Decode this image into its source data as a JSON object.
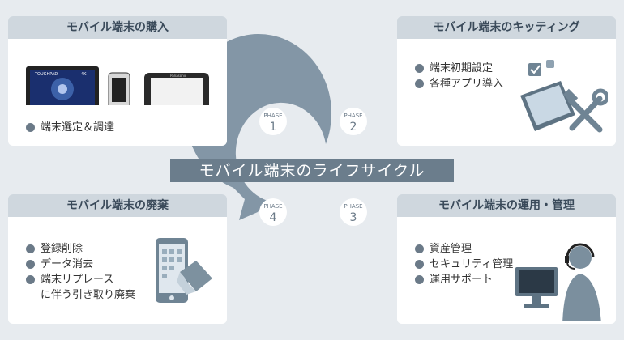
{
  "title": "モバイル端末のライフサイクル",
  "colors": {
    "panel_header": "#cfd7de",
    "cycle": "#8396a6",
    "title_bg": "#6b7d8c",
    "bullet": "#6b7a88"
  },
  "phases": [
    {
      "label": "PHASE",
      "num": "1"
    },
    {
      "label": "PHASE",
      "num": "2"
    },
    {
      "label": "PHASE",
      "num": "3"
    },
    {
      "label": "PHASE",
      "num": "4"
    }
  ],
  "panels": {
    "purchase": {
      "title": "モバイル端末の購入",
      "items": [
        "端末選定＆調達"
      ],
      "device_brand": "TOUGHPAD",
      "device_res": "4K",
      "device_maker": "Panasonic"
    },
    "kitting": {
      "title": "モバイル端末のキッティング",
      "items": [
        "端末初期設定",
        "各種アプリ導入"
      ]
    },
    "disposal": {
      "title": "モバイル端末の廃棄",
      "items": [
        "登録削除",
        "データ消去",
        "端末リプレース"
      ],
      "item3_cont": "に伴う引き取り廃棄"
    },
    "operation": {
      "title": "モバイル端末の運用・管理",
      "items": [
        "資産管理",
        "セキュリティ管理",
        "運用サポート"
      ]
    }
  }
}
